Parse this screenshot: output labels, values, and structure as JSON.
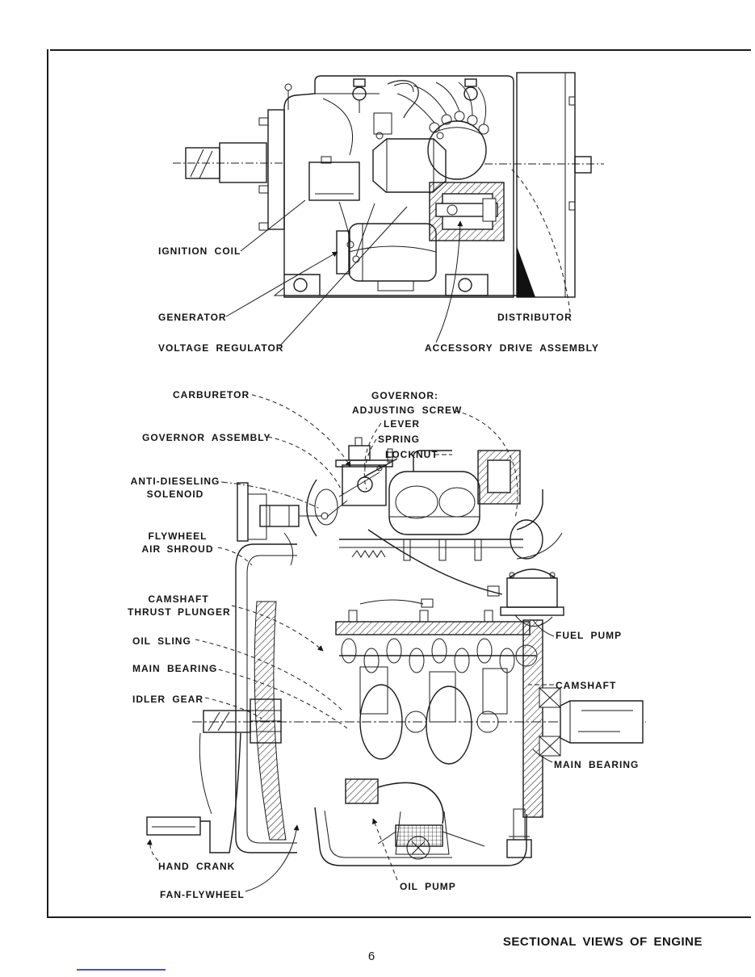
{
  "page": {
    "footer_title": "SECTIONAL VIEWS OF ENGINE",
    "page_number": "6"
  },
  "colors": {
    "ink": "#1b1b1b",
    "accent_line_blue": "#4c4cd9"
  },
  "top_view": {
    "labels": {
      "ignition_coil": "IGNITION COIL",
      "generator": "GENERATOR",
      "voltage_regulator": "VOLTAGE REGULATOR",
      "distributor": "DISTRIBUTOR",
      "accessory_drive_assembly": "ACCESSORY DRIVE ASSEMBLY"
    }
  },
  "bottom_view": {
    "labels": {
      "carburetor": "CARBURETOR",
      "governor_heading": "GOVERNOR:",
      "governor_adjusting_screw": "ADJUSTING SCREW",
      "governor_lever": "LEVER",
      "governor_spring": "SPRING",
      "governor_locknut": "LOCKNUT",
      "governor_assembly": "GOVERNOR ASSEMBLY",
      "anti_dieseling_1": "ANTI-DIESELING",
      "anti_dieseling_2": "SOLENOID",
      "flywheel_1": "FLYWHEEL",
      "flywheel_2": "AIR SHROUD",
      "camshaft_thrust_1": "CAMSHAFT",
      "camshaft_thrust_2": "THRUST PLUNGER",
      "oil_sling": "OIL SLING",
      "main_bearing_left": "MAIN BEARING",
      "idler_gear": "IDLER GEAR",
      "fuel_pump": "FUEL PUMP",
      "camshaft": "CAMSHAFT",
      "main_bearing_right": "MAIN BEARING",
      "hand_crank": "HAND CRANK",
      "fan_flywheel": "FAN-FLYWHEEL",
      "oil_pump": "OIL PUMP"
    }
  }
}
